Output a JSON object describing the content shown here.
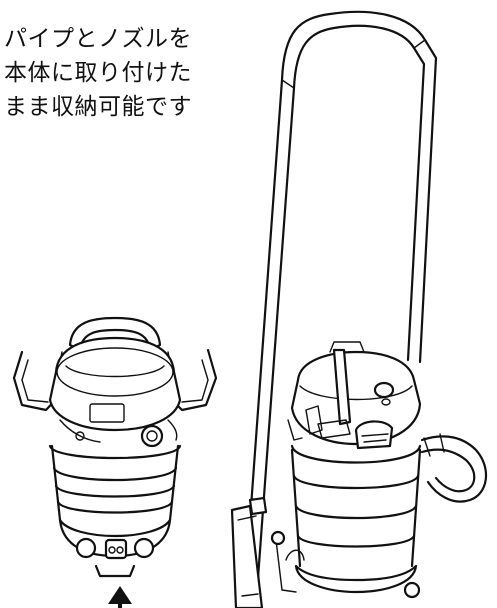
{
  "caption": {
    "line1": "パイプとノズルを",
    "line2": "本体に取り付けた",
    "line3": "まま収納可能です"
  }
}
